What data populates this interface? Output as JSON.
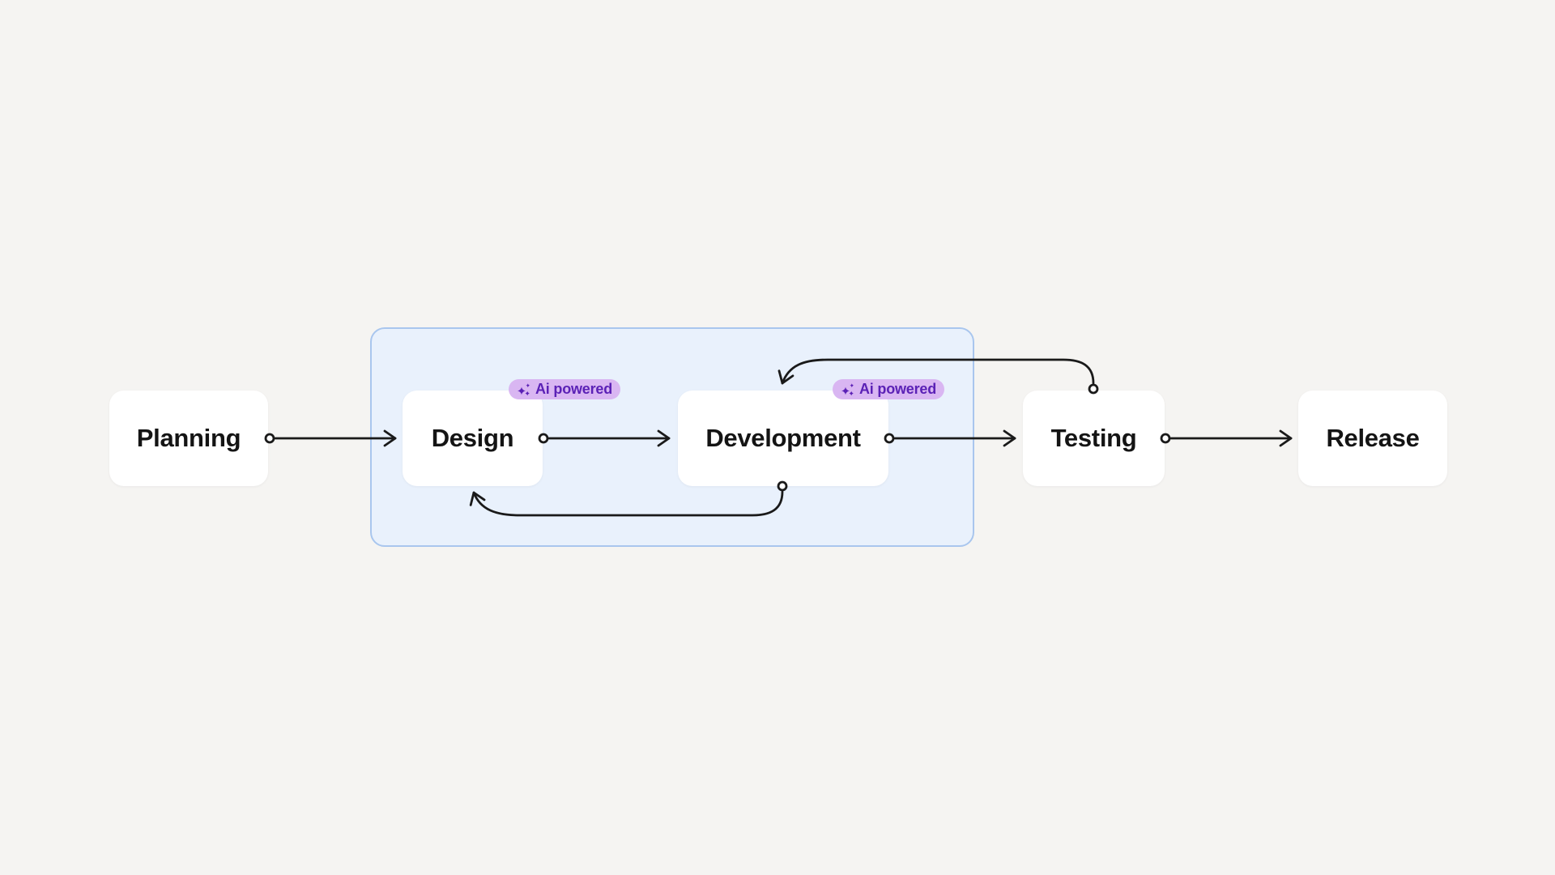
{
  "app": {
    "view": "workflow-flowchart"
  },
  "diagram": {
    "nodes": [
      {
        "id": "planning",
        "label": "Planning"
      },
      {
        "id": "design",
        "label": "Design",
        "badge_label": "Ai powered",
        "badge_icon": "sparkles-icon",
        "in_group": true
      },
      {
        "id": "development",
        "label": "Development",
        "badge_label": "Ai powered",
        "badge_icon": "sparkles-icon",
        "in_group": true
      },
      {
        "id": "testing",
        "label": "Testing"
      },
      {
        "id": "release",
        "label": "Release"
      }
    ],
    "edges": [
      {
        "from": "planning",
        "to": "design",
        "style": "straight-arrow"
      },
      {
        "from": "design",
        "to": "development",
        "style": "straight-arrow"
      },
      {
        "from": "development",
        "to": "testing",
        "style": "straight-arrow"
      },
      {
        "from": "testing",
        "to": "release",
        "style": "straight-arrow"
      },
      {
        "from": "development",
        "to": "design",
        "style": "curved-feedback-bottom"
      },
      {
        "from": "testing",
        "to": "development",
        "style": "curved-feedback-top"
      }
    ],
    "group": {
      "contains": [
        "design",
        "development"
      ]
    }
  },
  "colors": {
    "canvas_background": "#f5f4f2",
    "node_background": "#ffffff",
    "node_text": "#141414",
    "group_fill": "#e9f1fc",
    "group_border": "#a9c6ee",
    "edge_stroke": "#1a1a1a",
    "badge_background": "#d9b6f2",
    "badge_text": "#5b21b6"
  }
}
